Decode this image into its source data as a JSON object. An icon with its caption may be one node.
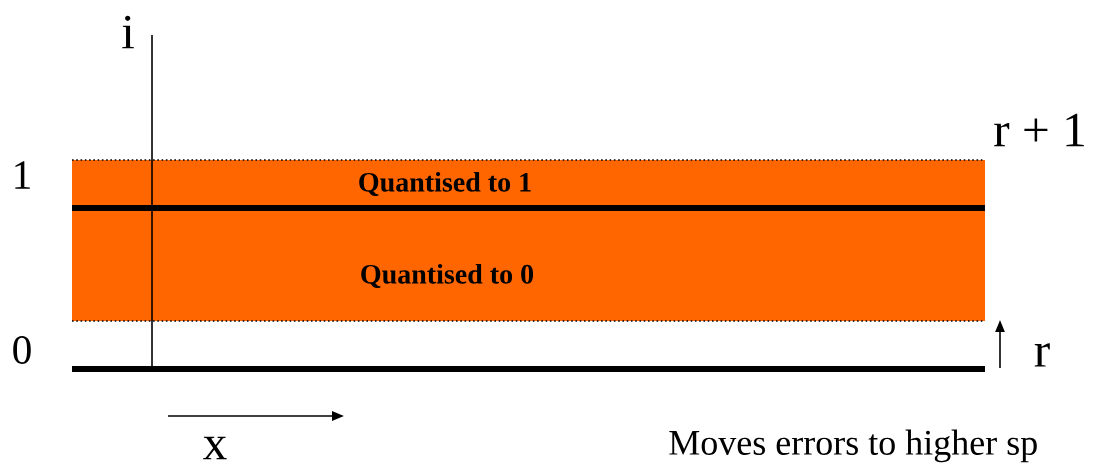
{
  "diagram": {
    "nodes": [
      {
        "text": [
          "Quantised to 1"
        ]
      },
      {
        "text": [
          "Quantised to 0"
        ]
      }
    ],
    "edges": [],
    "labels": [
      "i",
      "r + 1",
      "1",
      "0",
      "r",
      "x",
      "Moves errors to higher sp"
    ]
  }
}
